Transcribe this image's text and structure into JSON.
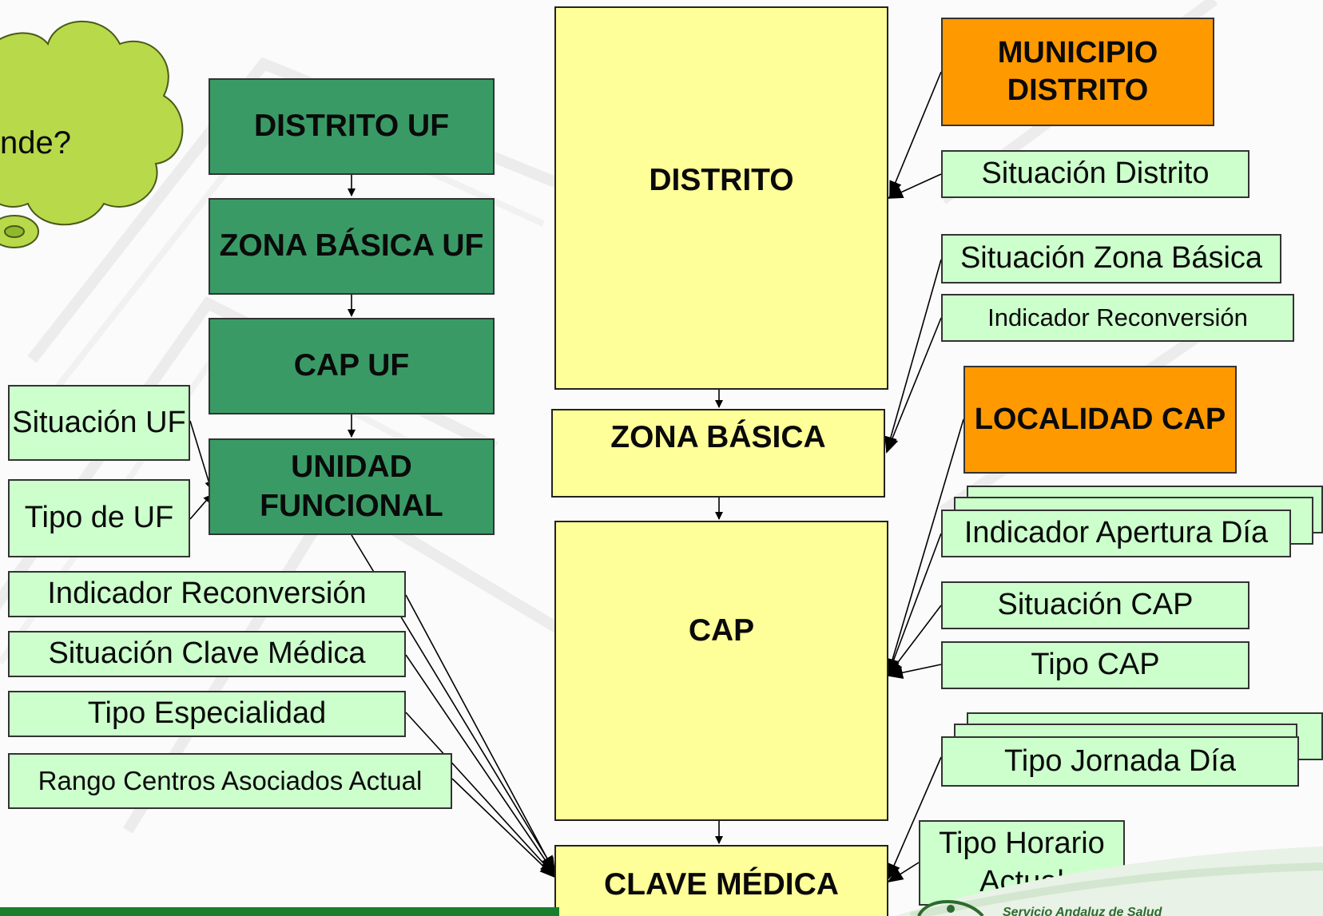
{
  "cloud": {
    "text": "nde?"
  },
  "left_chain": {
    "distrito_uf": "DISTRITO UF",
    "zona_basica_uf": "ZONA BÁSICA UF",
    "cap_uf": "CAP UF",
    "unidad_funcional": "UNIDAD FUNCIONAL"
  },
  "left_attrs": {
    "situacion_uf": "Situación UF",
    "tipo_de_uf": "Tipo de UF",
    "indicador_reconversion": "Indicador Reconversión",
    "situacion_clave_medica": "Situación Clave Médica",
    "tipo_especialidad": "Tipo Especialidad",
    "rango_centros": "Rango Centros Asociados Actual"
  },
  "center_chain": {
    "distrito": "DISTRITO",
    "zona_basica": "ZONA BÁSICA",
    "cap": "CAP",
    "clave_medica": "CLAVE MÉDICA"
  },
  "right_attrs": {
    "municipio_distrito": "MUNICIPIO DISTRITO",
    "situacion_distrito": "Situación Distrito",
    "situacion_zona_basica": "Situación Zona Básica",
    "indicador_reconversion": "Indicador Reconversión",
    "localidad_cap": "LOCALIDAD CAP",
    "indicador_apertura_dia": "Indicador Apertura Día",
    "situacion_cap": "Situación CAP",
    "tipo_cap": "Tipo CAP",
    "tipo_jornada_dia": "Tipo Jornada Día",
    "tipo_horario_actual": "Tipo Horario Actual"
  },
  "logo": {
    "text": "Servicio Andaluz de Salud"
  },
  "colors": {
    "dark_green": "#3a9a66",
    "light_green": "#ccffcc",
    "yellow": "#ffff99",
    "orange": "#ff9900",
    "cloud": "#b8d94a"
  }
}
